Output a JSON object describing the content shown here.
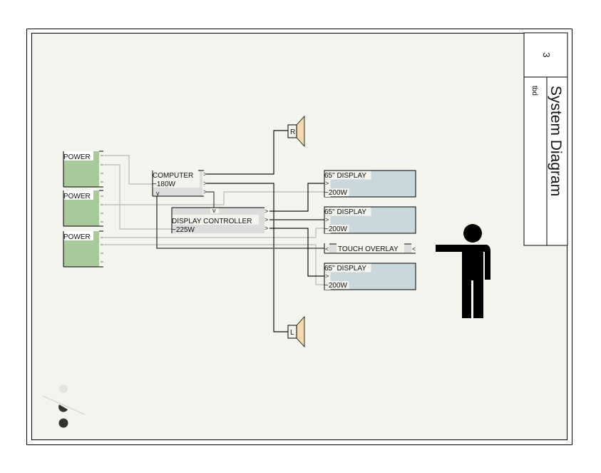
{
  "title_block": {
    "sheet_number": "3",
    "title": "System Diagram",
    "subtitle": "tbd"
  },
  "power_units": [
    {
      "label": "POWER"
    },
    {
      "label": "POWER"
    },
    {
      "label": "POWER"
    }
  ],
  "computer": {
    "label": "COMPUTER",
    "power": "~180W",
    "input_marker": "v",
    "output_markers": [
      ">",
      ">",
      ">"
    ]
  },
  "display_controller": {
    "label": "DISPLAY CONTROLLER",
    "power": "~225W",
    "input_marker": "v",
    "output_markers": [
      ">",
      ">",
      ">"
    ]
  },
  "displays": [
    {
      "label": "65\" DISPLAY",
      "input_marker": ">",
      "power": "~200W"
    },
    {
      "label": "65\" DISPLAY",
      "input_marker": ">",
      "power": "~200W"
    },
    {
      "label": "65\" DISPLAY",
      "input_marker": ">",
      "power": "~200W"
    }
  ],
  "touch_overlay": {
    "label": "TOUCH OVERLAY",
    "left_marker": "<",
    "right_marker": "<"
  },
  "speakers": [
    {
      "label": "R"
    },
    {
      "label": "L"
    }
  ],
  "colors": {
    "power_fill": "#a8c99a",
    "device_fill": "#dcdcdc",
    "display_fill": "#c9d8dc",
    "speaker_fill": "#f2d9ae",
    "page_bg": "#f4f4ef",
    "wire_dark": "#111111",
    "wire_light": "#b8b8b8"
  }
}
